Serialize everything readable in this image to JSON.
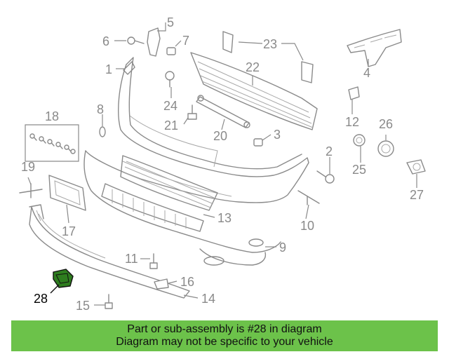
{
  "callouts": {
    "c1": "1",
    "c2": "2",
    "c3": "3",
    "c4": "4",
    "c5": "5",
    "c6": "6",
    "c7": "7",
    "c8": "8",
    "c9": "9",
    "c10": "10",
    "c11": "11",
    "c12": "12",
    "c13": "13",
    "c14": "14",
    "c15": "15",
    "c16": "16",
    "c17": "17",
    "c18": "18",
    "c19": "19",
    "c20": "20",
    "c21": "21",
    "c22": "22",
    "c23": "23",
    "c24": "24",
    "c25": "25",
    "c26": "26",
    "c27": "27",
    "c28": "28"
  },
  "highlight": {
    "part_number": "28",
    "color": "#2e7d1f"
  },
  "banner": {
    "line1": "Part or sub-assembly is #28 in diagram",
    "line2": "Diagram may not be specific to your vehicle",
    "color": "#6cc24a"
  }
}
